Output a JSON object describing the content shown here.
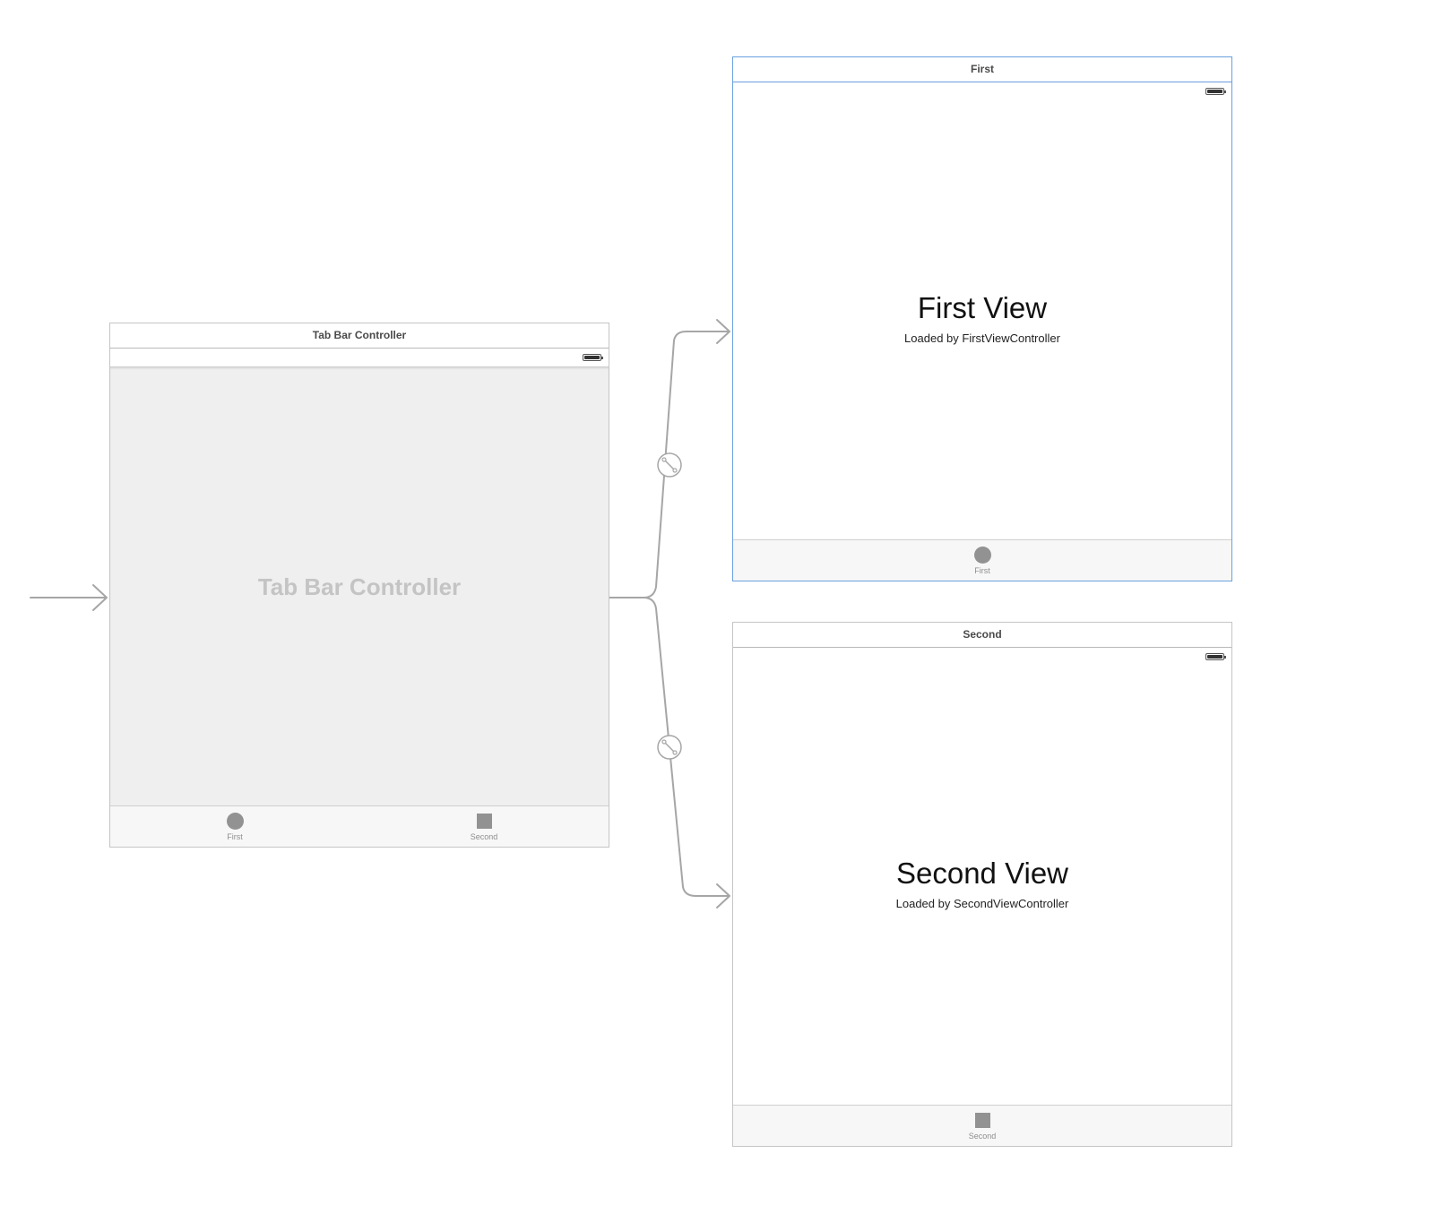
{
  "tab_bar_controller": {
    "title": "Tab Bar Controller",
    "placeholder": "Tab Bar Controller",
    "tabs": [
      {
        "label": "First",
        "icon": "circle-icon"
      },
      {
        "label": "Second",
        "icon": "square-icon"
      }
    ]
  },
  "first_scene": {
    "title": "First",
    "heading": "First View",
    "subtitle": "Loaded by FirstViewController",
    "tab": {
      "label": "First",
      "icon": "circle-icon"
    }
  },
  "second_scene": {
    "title": "Second",
    "heading": "Second View",
    "subtitle": "Loaded by SecondViewController",
    "tab": {
      "label": "Second",
      "icon": "square-icon"
    }
  },
  "colors": {
    "selection": "#6aa0de",
    "segue_line": "#a6a6a6",
    "tab_icon": "#929292"
  }
}
